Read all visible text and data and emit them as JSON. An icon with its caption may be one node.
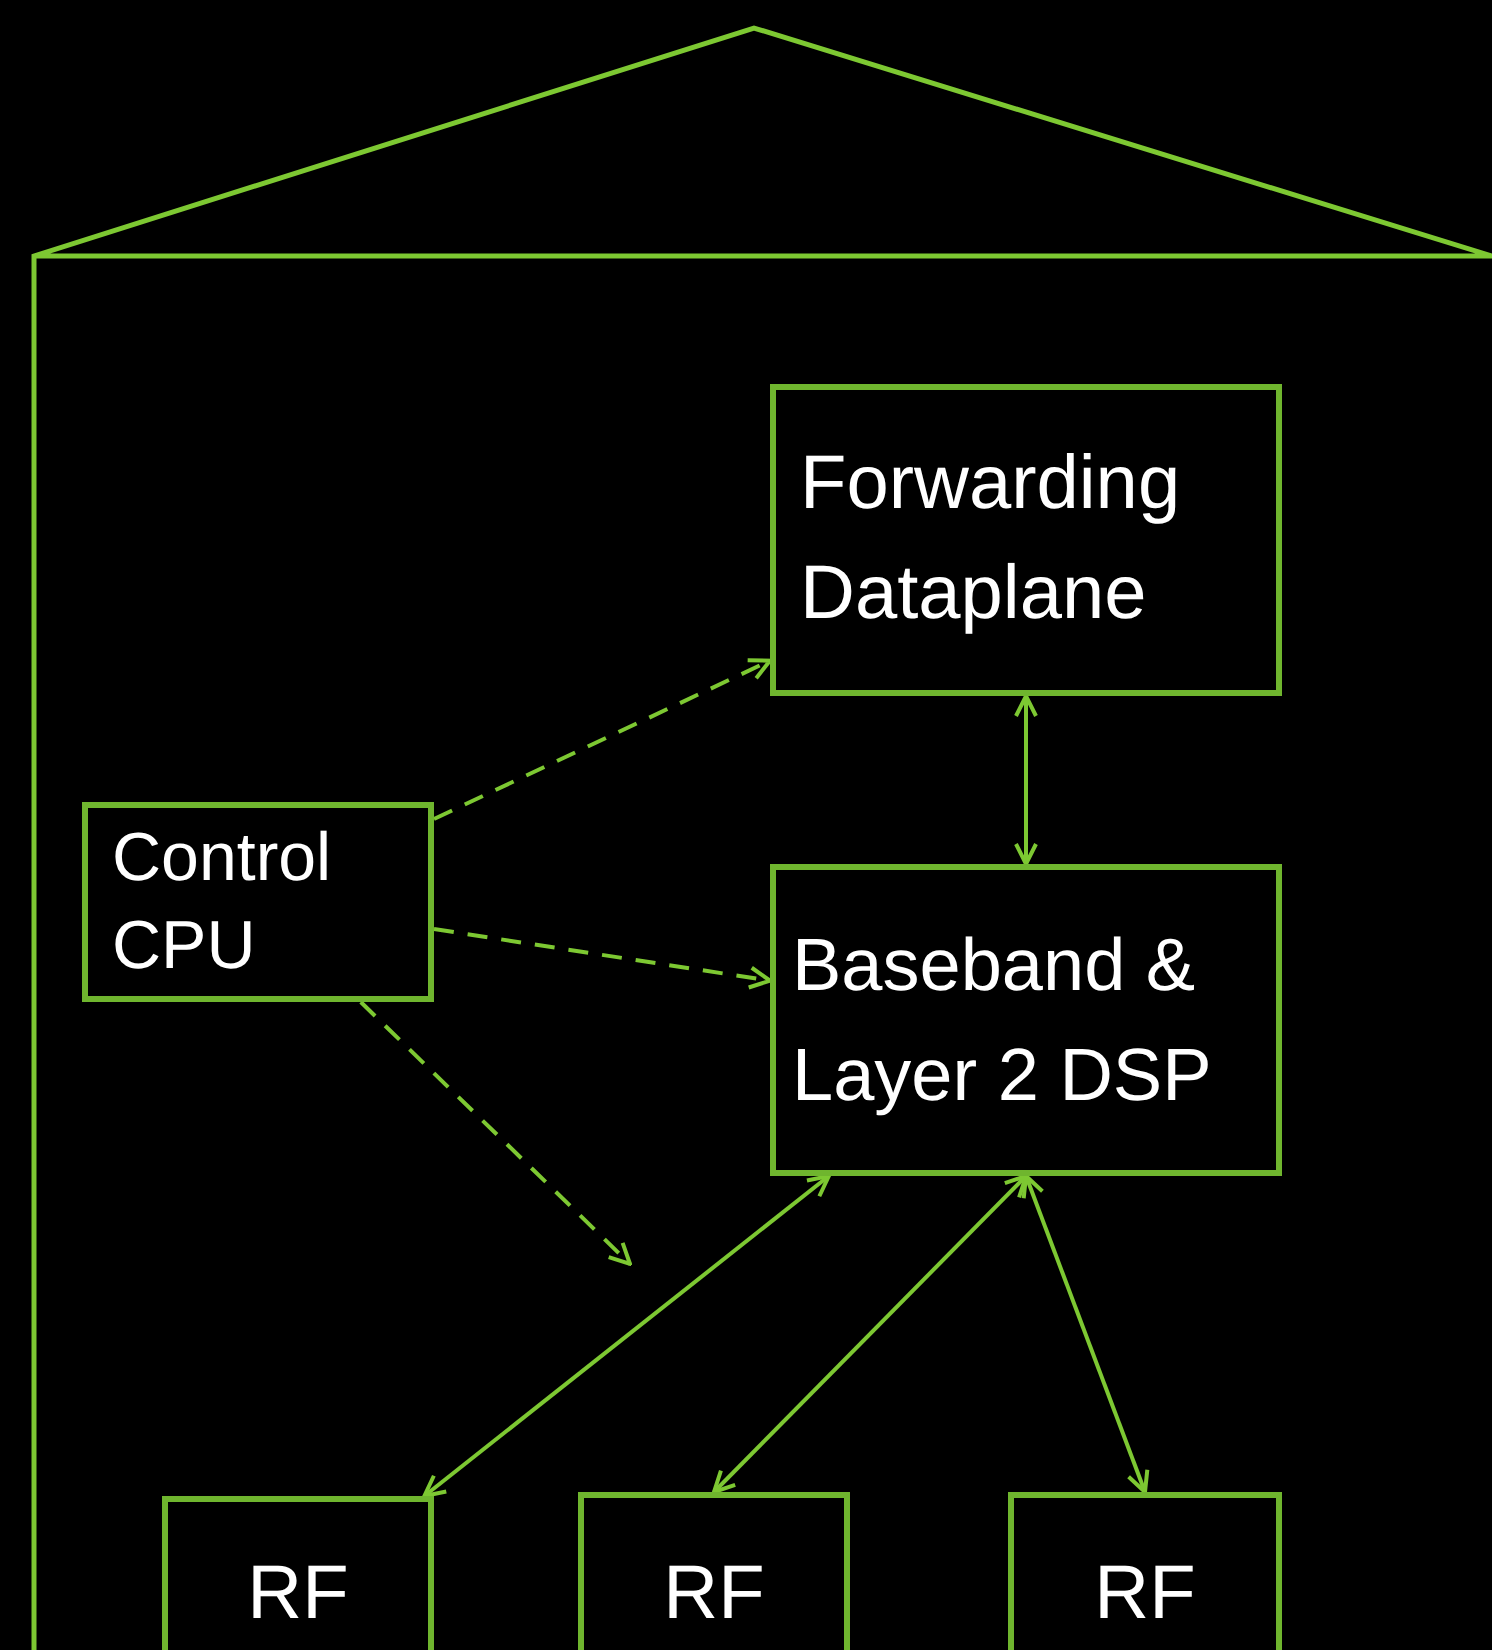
{
  "diagram": {
    "nodes": [
      {
        "text": [],
        "shape": "house"
      },
      {
        "text": [
          "Forwarding Dataplane"
        ],
        "in": 0
      },
      {
        "text": [
          "Control CPU"
        ],
        "in": 0
      },
      {
        "text": [
          "Baseband & Layer 2 DSP"
        ],
        "in": 0
      },
      {
        "text": [
          "RF"
        ],
        "in": 0
      },
      {
        "text": [
          "RF"
        ],
        "in": 0
      },
      {
        "text": [
          "RF"
        ],
        "in": 0
      }
    ],
    "edges": [
      {
        "from": 2,
        "to": 1,
        "arrow": "to",
        "style": "dashed"
      },
      {
        "from": 2,
        "to": 3,
        "arrow": "to",
        "style": "dashed"
      },
      {
        "from": 2,
        "to": null,
        "arrow": "to",
        "style": "dashed"
      },
      {
        "from": 1,
        "to": 3,
        "arrow": "both"
      },
      {
        "from": 3,
        "to": 4,
        "arrow": "both"
      },
      {
        "from": 3,
        "to": 5,
        "arrow": "both"
      },
      {
        "from": 3,
        "to": 6,
        "arrow": "both"
      }
    ]
  }
}
